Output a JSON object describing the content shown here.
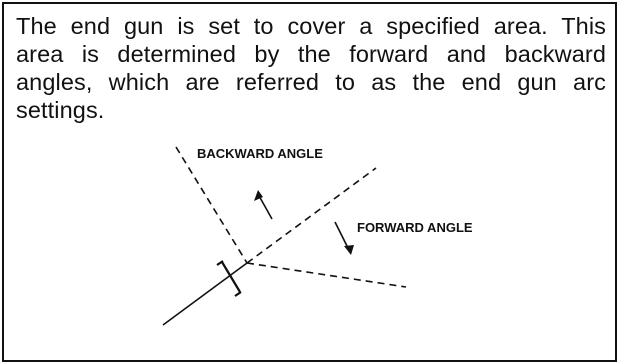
{
  "intro": {
    "lines": [
      "The end gun is set to cover a specified area. This",
      "area is determined by the forward and backward",
      "angles, which are referred to as the end gun arc",
      "settings."
    ]
  },
  "diagram": {
    "backward_label": "BACKWARD ANGLE",
    "forward_label": "FORWARD ANGLE"
  },
  "colors": {
    "ink": "#111111",
    "background": "#ffffff"
  }
}
